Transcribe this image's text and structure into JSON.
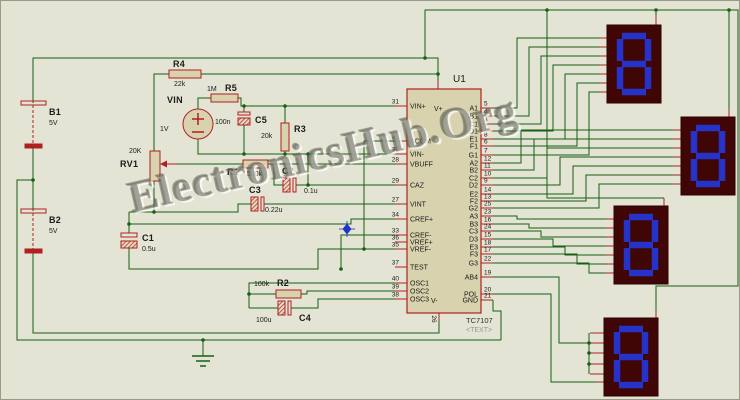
{
  "watermark": "ElectronicsHub.Org",
  "components": {
    "b1": {
      "ref": "B1",
      "value": "5V"
    },
    "b2": {
      "ref": "B2",
      "value": "5V"
    },
    "r4": {
      "ref": "R4",
      "value": "22k"
    },
    "r5": {
      "ref": "R5",
      "value": "1M"
    },
    "vin": {
      "ref": "VIN",
      "value": "1V"
    },
    "c5": {
      "ref": "C5",
      "value": "100n"
    },
    "r3": {
      "ref": "R3",
      "value": "20k"
    },
    "rv1": {
      "ref": "RV1",
      "value": "20K"
    },
    "r1": {
      "ref": "R1",
      "value": "500k"
    },
    "c2": {
      "ref": "C2",
      "value": "0.1u"
    },
    "c3": {
      "ref": "C3",
      "value": "0.22u"
    },
    "c1": {
      "ref": "C1",
      "value": "0.5u"
    },
    "r2": {
      "ref": "R2",
      "value": "100k"
    },
    "c4": {
      "ref": "C4",
      "value": "100u"
    }
  },
  "ic": {
    "ref": "U1",
    "part": "TC7107",
    "text_placeholder": "<TEXT>",
    "vplus": "V+",
    "vminus": "V-",
    "bottom_pin_number": "26",
    "left_pins": [
      {
        "name": "VIN+",
        "num": "31"
      },
      {
        "name": "ACOM",
        "num": "32"
      },
      {
        "name": "VIN-",
        "num": "30"
      },
      {
        "name": "VBUFF",
        "num": "28"
      },
      {
        "name": "CAZ",
        "num": "29"
      },
      {
        "name": "VINT",
        "num": "27"
      },
      {
        "name": "CREF+",
        "num": "34"
      },
      {
        "name": "CREF-",
        "num": "33"
      },
      {
        "name": "VREF+",
        "num": "36"
      },
      {
        "name": "VREF-",
        "num": "35"
      },
      {
        "name": "TEST",
        "num": "37"
      },
      {
        "name": "OSC1",
        "num": "40"
      },
      {
        "name": "OSC2",
        "num": "39"
      },
      {
        "name": "OSC3",
        "num": "38"
      }
    ],
    "right_pins": [
      {
        "name": "A1",
        "num": "5"
      },
      {
        "name": "B1",
        "num": "4"
      },
      {
        "name": "C1",
        "num": "3"
      },
      {
        "name": "D1",
        "num": "2"
      },
      {
        "name": "E1",
        "num": "8"
      },
      {
        "name": "F1",
        "num": "6"
      },
      {
        "name": "G1",
        "num": "7"
      },
      {
        "name": "A2",
        "num": "12"
      },
      {
        "name": "B2",
        "num": "11"
      },
      {
        "name": "C2",
        "num": "10"
      },
      {
        "name": "D2",
        "num": "9"
      },
      {
        "name": "E2",
        "num": "14"
      },
      {
        "name": "F2",
        "num": "13"
      },
      {
        "name": "G2",
        "num": "25"
      },
      {
        "name": "A3",
        "num": "23"
      },
      {
        "name": "B3",
        "num": "16"
      },
      {
        "name": "C3",
        "num": "24"
      },
      {
        "name": "D3",
        "num": "15"
      },
      {
        "name": "E3",
        "num": "18"
      },
      {
        "name": "F3",
        "num": "17"
      },
      {
        "name": "G3",
        "num": "22"
      },
      {
        "name": "AB4",
        "num": "19"
      },
      {
        "name": "POL",
        "num": "20"
      },
      {
        "name": "GND",
        "num": "21"
      }
    ]
  },
  "displays": {
    "count": 4,
    "digit_shown": "8"
  },
  "colors": {
    "background": "#e4e4d4",
    "wire_green": "#156015",
    "component_red": "#b02020",
    "component_fill": "#d8d2ae",
    "display_body": "#400606",
    "segment_blue": "#2533c8",
    "origin_marker_blue": "#2233cc"
  }
}
